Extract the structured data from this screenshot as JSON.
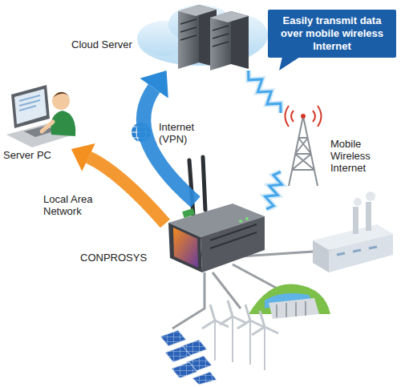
{
  "diagram": {
    "nodes": [
      {
        "text": [
          "Cloud Server"
        ]
      },
      {
        "text": [
          "Easily transmit data over mobile wireless Internet"
        ]
      },
      {
        "text": [
          "Server PC"
        ]
      },
      {
        "text": [
          "Mobile Wireless Internet"
        ]
      },
      {
        "text": [
          "CONPROSYS"
        ]
      }
    ],
    "edges": [
      {
        "from": 4,
        "to": 0,
        "arrow": "to",
        "label": "Internet (VPN)"
      },
      {
        "from": 4,
        "to": 2,
        "arrow": "to",
        "label": "Local Area Network"
      },
      {
        "from": 4,
        "to": 3,
        "arrow": "none"
      },
      {
        "from": 3,
        "to": 0,
        "arrow": "none"
      }
    ]
  }
}
